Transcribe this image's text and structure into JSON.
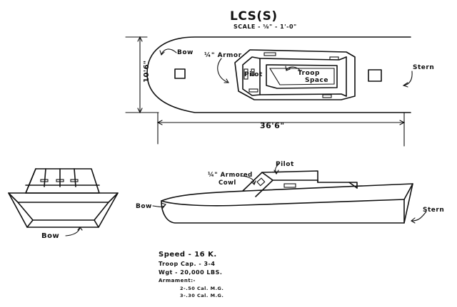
{
  "title": "LCS(S)",
  "scale_text": "SCALE - ⅛\" - 1'-0\"",
  "plan_view": {
    "dim_width": "10'6\"",
    "dim_length": "36'6\"",
    "labels": {
      "bow": "Bow",
      "armor": "¼\" Armor",
      "pilot": "Pilot",
      "troop": "Troop",
      "space": "Space",
      "stern": "Stern"
    }
  },
  "front_view": {
    "labels": {
      "bow": "Bow"
    }
  },
  "side_view": {
    "labels": {
      "pilot": "Pilot",
      "armored_line1": "¼\" Armored",
      "armored_line2": "Cowl",
      "bow": "Bow",
      "stern": "Stern"
    }
  },
  "specs": {
    "speed": "Speed - 16 K.",
    "troop_cap": "Troop Cap. - 3-4",
    "weight": "Wgt - 20,000 LBS.",
    "armament_heading": "Armament:-",
    "armament_1": "2-.50 Cal. M.G.",
    "armament_2": "3-.30 Cal. M.G."
  }
}
